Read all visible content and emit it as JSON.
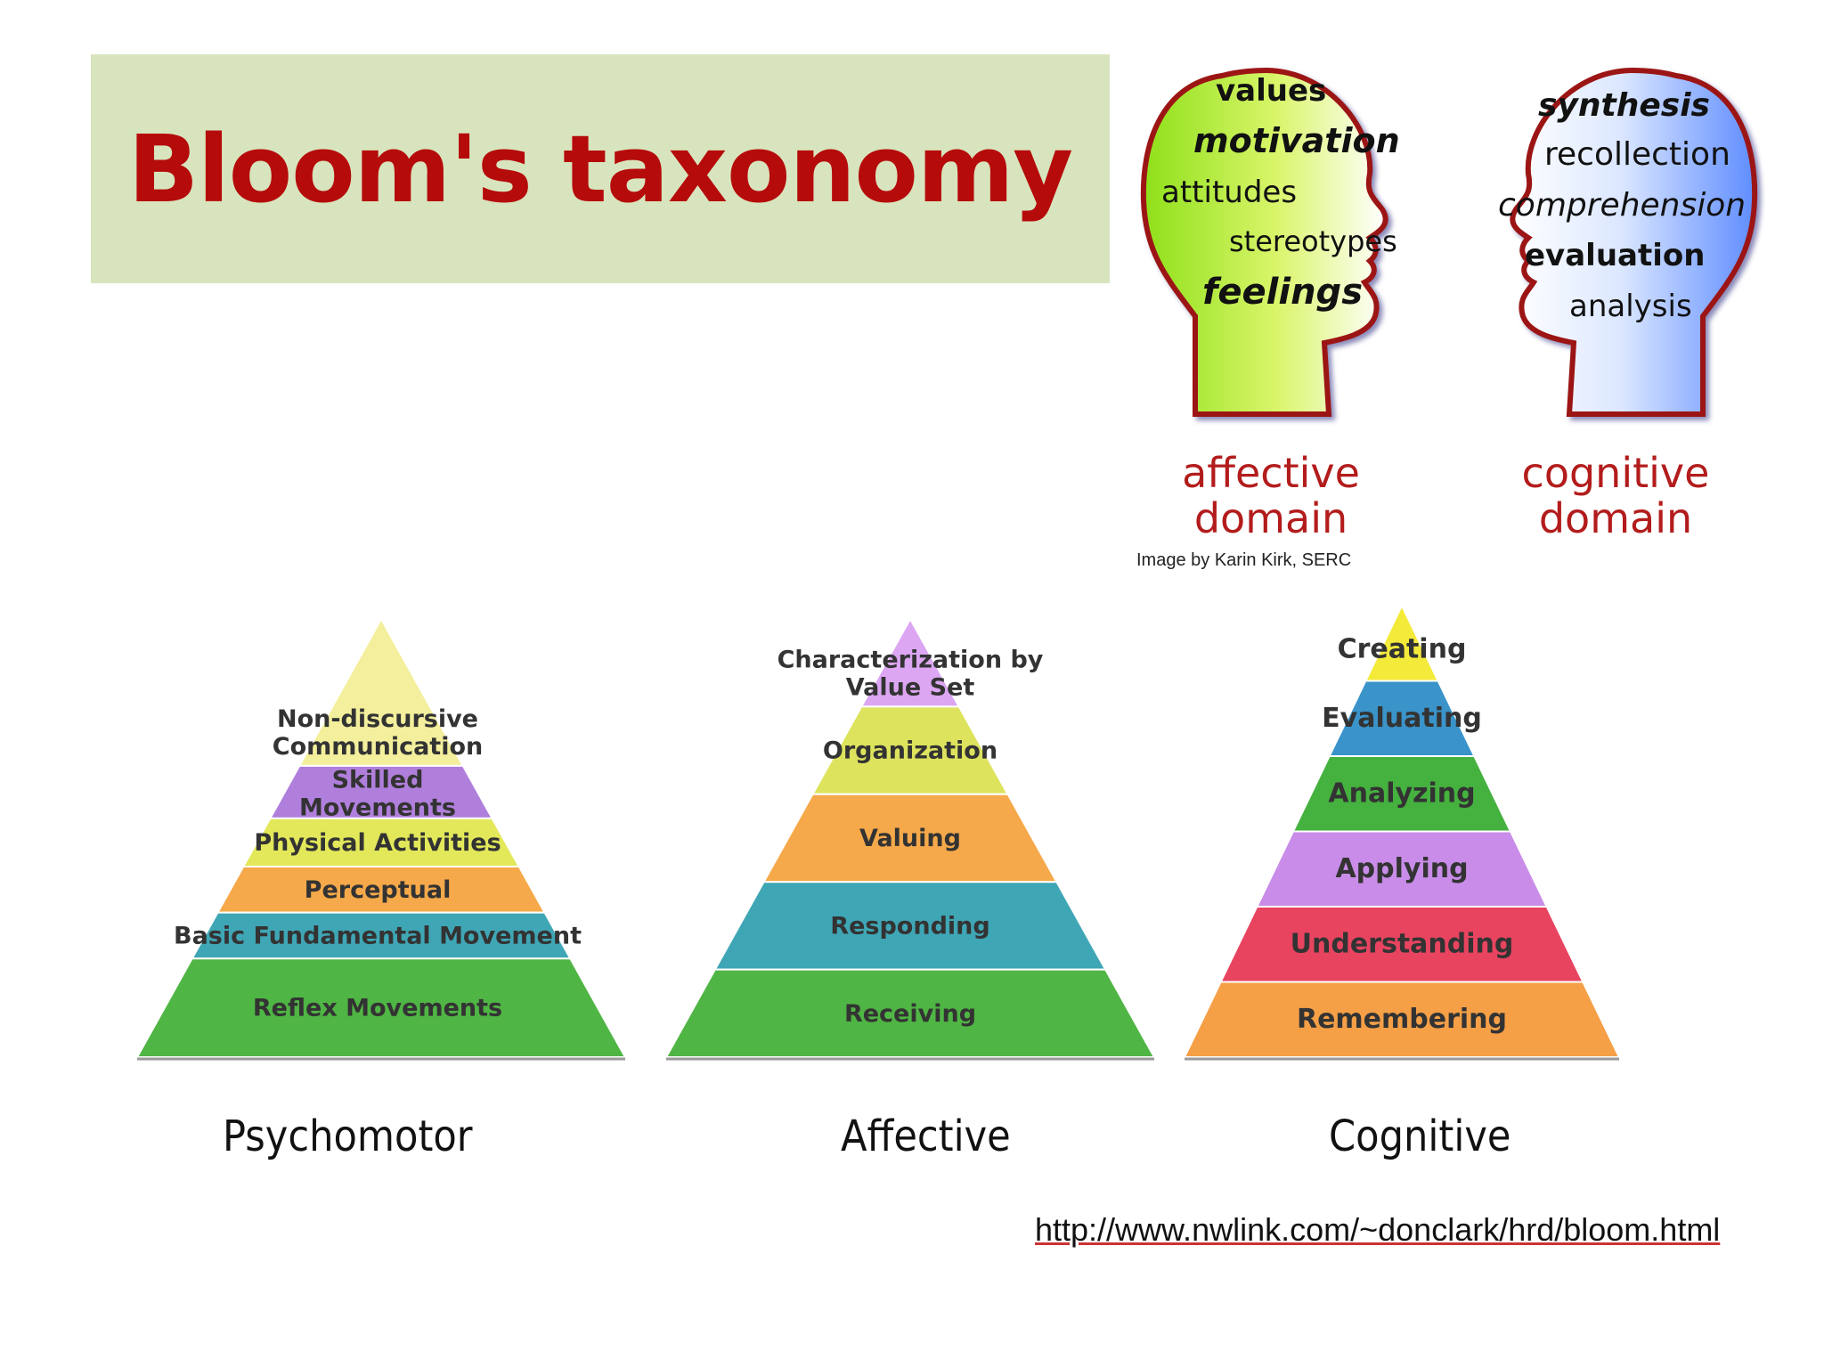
{
  "title": "Bloom's taxonomy",
  "heads": {
    "affective": {
      "words": [
        "values",
        "motivation",
        "attitudes",
        "stereotypes",
        "feelings"
      ],
      "label_line1": "affective",
      "label_line2": "domain"
    },
    "cognitive": {
      "words": [
        "synthesis",
        "recollection",
        "comprehension",
        "evaluation",
        "analysis"
      ],
      "label_line1": "cognitive",
      "label_line2": "domain"
    },
    "credit": "Image by Karin Kirk, SERC"
  },
  "pyramids": [
    {
      "caption": "Psychomotor",
      "levels_top_to_bottom": [
        {
          "label": "Non-discursive Communication",
          "color": "#f3ef9c"
        },
        {
          "label": "Skilled Movements",
          "color": "#b07fdc"
        },
        {
          "label": "Physical Activities",
          "color": "#e2e85a"
        },
        {
          "label": "Perceptual",
          "color": "#f5a94a"
        },
        {
          "label": "Basic Fundamental Movement",
          "color": "#3fa6b5"
        },
        {
          "label": "Reflex Movements",
          "color": "#4fb544"
        }
      ]
    },
    {
      "caption": "Affective",
      "levels_top_to_bottom": [
        {
          "label": "Characterization by Value Set",
          "color": "#dca6f2"
        },
        {
          "label": "Organization",
          "color": "#dde35d"
        },
        {
          "label": "Valuing",
          "color": "#f5a94a"
        },
        {
          "label": "Responding",
          "color": "#3fa6b5"
        },
        {
          "label": "Receiving",
          "color": "#4fb544"
        }
      ]
    },
    {
      "caption": "Cognitive",
      "levels_top_to_bottom": [
        {
          "label": "Creating",
          "color": "#f4ea3a"
        },
        {
          "label": "Evaluating",
          "color": "#3a94c9"
        },
        {
          "label": "Analyzing",
          "color": "#45b13f"
        },
        {
          "label": "Applying",
          "color": "#c98ce8"
        },
        {
          "label": "Understanding",
          "color": "#e84460"
        },
        {
          "label": "Remembering",
          "color": "#f59f47"
        }
      ]
    }
  ],
  "source_url": "http://www.nwlink.com/~donclark/hrd/bloom.html"
}
